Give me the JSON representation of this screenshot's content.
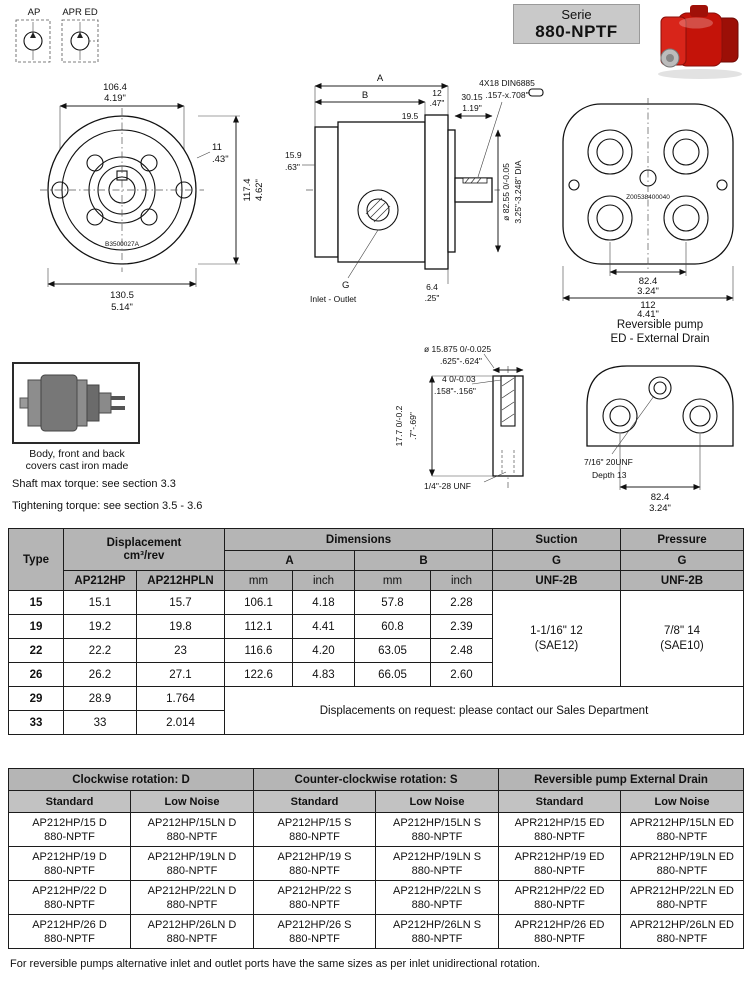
{
  "header": {
    "serie_label": "Serie",
    "serie_number": "880-NPTF",
    "symbol_ap": "AP",
    "symbol_apr": "APR ED"
  },
  "front_view": {
    "dim_top_mm": "106.4",
    "dim_top_in": "4.19\"",
    "dim_step_mm": "11",
    "dim_step_in": ".43\"",
    "dim_height_mm": "117.4",
    "dim_height_in": "4.62\"",
    "dim_width_mm": "130.5",
    "dim_width_in": "5.14\"",
    "body_code": "B3500027A"
  },
  "side_view": {
    "dim_a_label": "A",
    "dim_b_label": "B",
    "dim_flange_mm": "12",
    "dim_flange_in": ".47\"",
    "dim_pilot_depth": "19.5",
    "dim_shaft_mm": "30.15",
    "dim_shaft_in": "1.19\"",
    "key_spec": "4X18 DIN6885",
    "key_spec_in": ".157-x.708\"",
    "dim_port_mm": "15.9",
    "dim_port_in": ".63\"",
    "pilot_dia_mm": "ø 82.55 0/-0.05",
    "pilot_dia_in": "3.25\"-3.248\" DIA",
    "dim_rear_mm": "6.4",
    "dim_rear_in": ".25\"",
    "port_label": "G",
    "port_caption": "Inlet - Outlet"
  },
  "back_view": {
    "body_code": "Z00538400040",
    "dim_bolt_mm": "82.4",
    "dim_bolt_in": "3.24\"",
    "dim_width_mm": "112",
    "dim_width_in": "4.41\""
  },
  "reversible": {
    "title_line1": "Reversible pump",
    "title_line2": "ED - External Drain",
    "drain_thread": "7/16\" 20UNF",
    "drain_depth": "Depth 13",
    "dim_mm": "82.4",
    "dim_in": "3.24\""
  },
  "shaft_detail": {
    "dia_mm": "ø 15.875 0/-0.025",
    "dia_in": ".625\"-.624\"",
    "key_mm": "4 0/-0.03",
    "key_in": ".158\"-.156\"",
    "len_mm": "17.7 0/-0.2",
    "len_in": ".7\"-.69\"",
    "thread": "1/4\"-28 UNF"
  },
  "notes": {
    "cast_iron_1": "Body, front and back",
    "cast_iron_2": "covers cast iron made",
    "shaft_torque": "Shaft max torque: see section 3.3",
    "tightening_torque": "Tightening torque: see section 3.5 - 3.6",
    "footer": "For reversible pumps alternative inlet and outlet ports have the same sizes as per inlet unidirectional rotation."
  },
  "main_table": {
    "h_type": "Type",
    "h_displacement": "Displacement",
    "h_displacement_unit": "cm³/rev",
    "h_col1": "AP212HP",
    "h_col2": "AP212HPLN",
    "h_dimensions": "Dimensions",
    "h_a": "A",
    "h_b": "B",
    "h_mm": "mm",
    "h_inch": "inch",
    "h_suction": "Suction",
    "h_pressure": "Pressure",
    "h_g": "G",
    "h_unf": "UNF-2B",
    "suction_line1": "1-1/16\" 12",
    "suction_line2": "(SAE12)",
    "pressure_line1": "7/8\"  14",
    "pressure_line2": "(SAE10)",
    "rows": [
      {
        "type": "15",
        "d1": "15.1",
        "d2": "15.7",
        "a_mm": "106.1",
        "a_in": "4.18",
        "b_mm": "57.8",
        "b_in": "2.28"
      },
      {
        "type": "19",
        "d1": "19.2",
        "d2": "19.8",
        "a_mm": "112.1",
        "a_in": "4.41",
        "b_mm": "60.8",
        "b_in": "2.39"
      },
      {
        "type": "22",
        "d1": "22.2",
        "d2": "23",
        "a_mm": "116.6",
        "a_in": "4.20",
        "b_mm": "63.05",
        "b_in": "2.48"
      },
      {
        "type": "26",
        "d1": "26.2",
        "d2": "27.1",
        "a_mm": "122.6",
        "a_in": "4.83",
        "b_mm": "66.05",
        "b_in": "2.60"
      }
    ],
    "extra_rows": [
      {
        "type": "29",
        "d1": "28.9",
        "d2": "1.764"
      },
      {
        "type": "33",
        "d1": "33",
        "d2": "2.014"
      }
    ],
    "request_note": "Displacements on request: please contact our Sales Department"
  },
  "order_table": {
    "group_cw": "Clockwise rotation: D",
    "group_ccw": "Counter-clockwise rotation: S",
    "group_rev": "Reversible pump External Drain",
    "sub_standard": "Standard",
    "sub_low_noise": "Low Noise",
    "series": "880-NPTF",
    "rows": [
      [
        "AP212HP/15 D",
        "AP212HP/15LN D",
        "AP212HP/15 S",
        "AP212HP/15LN S",
        "APR212HP/15 ED",
        "APR212HP/15LN ED"
      ],
      [
        "AP212HP/19 D",
        "AP212HP/19LN D",
        "AP212HP/19 S",
        "AP212HP/19LN S",
        "APR212HP/19 ED",
        "APR212HP/19LN ED"
      ],
      [
        "AP212HP/22 D",
        "AP212HP/22LN D",
        "AP212HP/22 S",
        "AP212HP/22LN S",
        "APR212HP/22 ED",
        "APR212HP/22LN ED"
      ],
      [
        "AP212HP/26 D",
        "AP212HP/26LN D",
        "AP212HP/26 S",
        "AP212HP/26LN S",
        "APR212HP/26 ED",
        "APR212HP/26LN ED"
      ]
    ]
  }
}
